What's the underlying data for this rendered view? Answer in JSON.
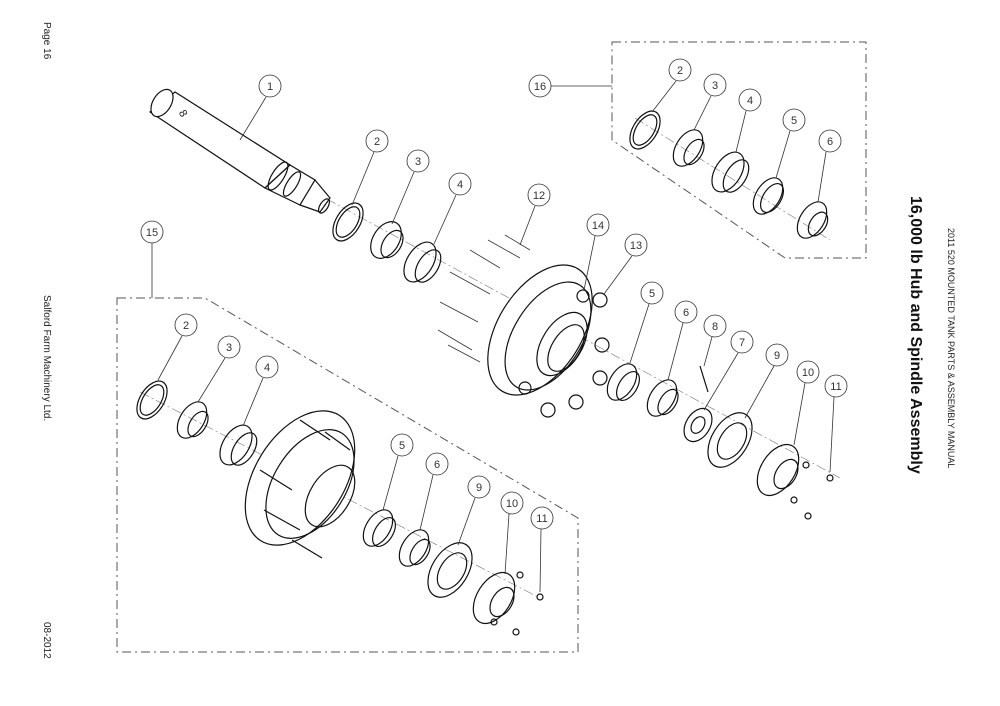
{
  "page": {
    "page_number": "Page 16",
    "company": "Salford Farm Machinery Ltd.",
    "date": "08-2012",
    "manual_title": "2011 520 MOUNTED TANK PARTS & ASSEMBLY MANUAL",
    "diagram_title": "16,000 lb Hub and Spindle Assembly"
  },
  "callouts": {
    "c1": "1",
    "c2": "2",
    "c3": "3",
    "c4": "4",
    "c5": "5",
    "c6": "6",
    "c7": "7",
    "c8": "8",
    "c9": "9",
    "c10": "10",
    "c11": "11",
    "c12": "12",
    "c13": "13",
    "c14": "14",
    "c15": "15",
    "c16": "16",
    "k16_2": "2",
    "k16_3": "3",
    "k16_4": "4",
    "k16_5": "5",
    "k16_6": "6",
    "k15_2": "2",
    "k15_3": "3",
    "k15_4": "4",
    "k15_5": "5",
    "k15_6": "6",
    "k15_9": "9",
    "k15_10": "10",
    "k15_11": "11"
  },
  "spindle_mark": "8"
}
